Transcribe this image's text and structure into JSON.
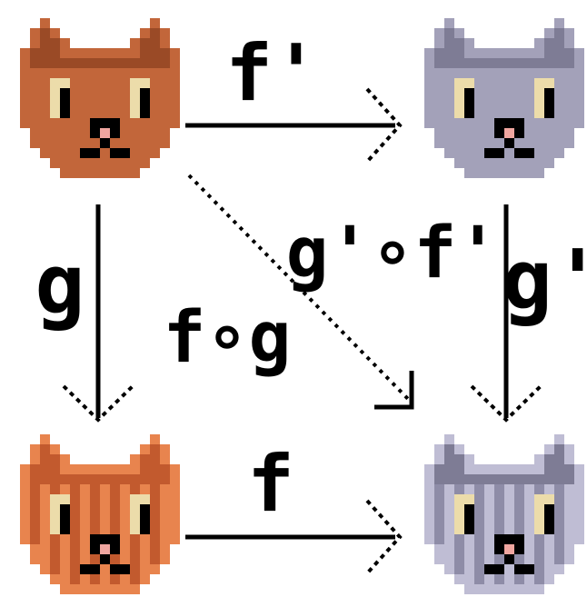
{
  "nodes": {
    "top_left": "brown-cat",
    "top_right": "gray-cat",
    "bottom_left": "striped-orange-cat",
    "bottom_right": "striped-gray-cat"
  },
  "arrows": {
    "top_label": "f'",
    "bottom_label": "f",
    "left_label": "g",
    "right_label": "g'",
    "diagonal_label_upper": "g'∘f'",
    "diagonal_label_lower": "f∘g"
  },
  "colors": {
    "brown": "#c2663a",
    "brown_dark": "#9a4a26",
    "orange": "#e8844e",
    "orange_stripe": "#c25a2e",
    "gray": "#a3a1b9",
    "gray_dark": "#7e7c95",
    "gray_light": "#bfbdd4",
    "gray_stripe": "#8e8ca7",
    "eye": "#ecdcaa",
    "nose": "#f0a6a0",
    "ink": "#000000"
  }
}
